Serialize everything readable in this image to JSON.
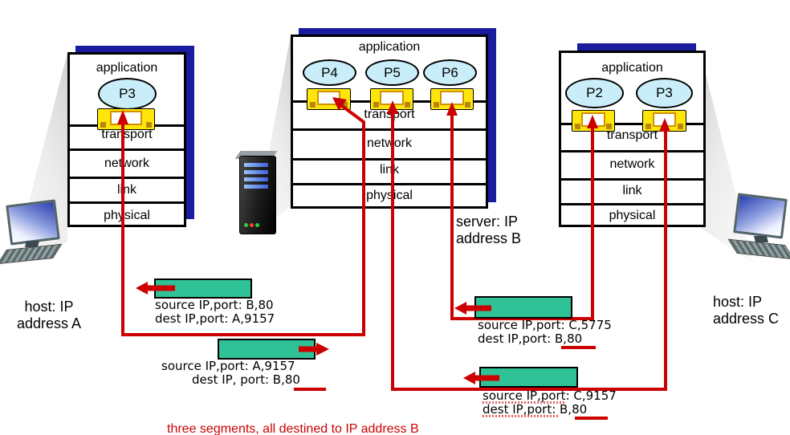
{
  "stacks": {
    "host_a": {
      "layers": [
        "application",
        "transport",
        "network",
        "link",
        "physical"
      ],
      "processes": [
        "P3"
      ]
    },
    "server_b": {
      "layers": [
        "application",
        "transport",
        "network",
        "link",
        "physical"
      ],
      "processes": [
        "P4",
        "P5",
        "P6"
      ]
    },
    "host_c": {
      "layers": [
        "application",
        "transport",
        "network",
        "link",
        "physical"
      ],
      "processes": [
        "P2",
        "P3"
      ]
    }
  },
  "machine_labels": {
    "host_a": {
      "line1": "host: IP",
      "line2": "address A"
    },
    "server_b": {
      "line1": "server: IP",
      "line2": "address B"
    },
    "host_c": {
      "line1": "host: IP",
      "line2": "address C"
    }
  },
  "segments": [
    {
      "source": "source IP,port: B,80",
      "dest": "dest IP,port: A,9157",
      "direction": "left"
    },
    {
      "source": "source IP,port: A,9157",
      "dest": "dest IP, port: B,80",
      "direction": "right"
    },
    {
      "source": "source IP,port: C,5775",
      "dest": "dest IP,port: B,80",
      "direction": "left"
    },
    {
      "source": "source IP,port: C,9157",
      "dest": "dest IP,port: B,80",
      "direction": "left"
    }
  ],
  "footer_note": "three segments, all destined to IP address B",
  "icons": {
    "host_a": "desktop-computer",
    "server_b": "server-tower",
    "host_c": "desktop-computer"
  },
  "colors": {
    "red": "#cc0000",
    "segment_green": "#2fc296",
    "process_fill": "#c9eef9",
    "socket_yellow": "#ffe60a",
    "socket_pin": "#b8860b",
    "shadow_blue": "#1b1b9e"
  }
}
